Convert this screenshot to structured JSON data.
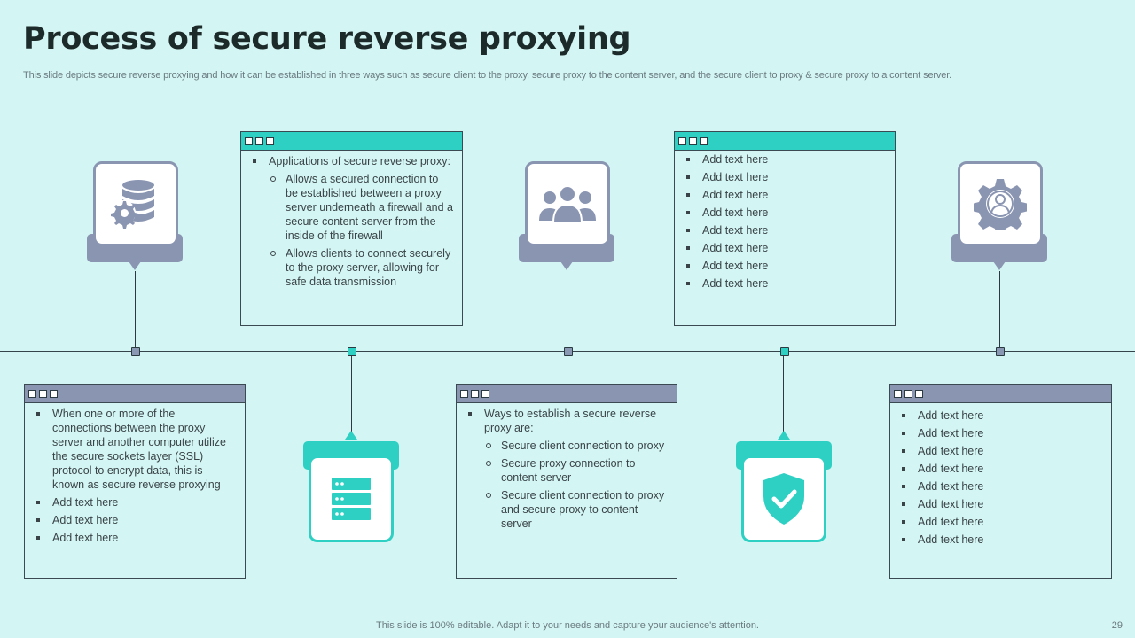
{
  "title": "Process of secure reverse proxying",
  "subtitle": "This slide depicts secure reverse proxying and how it can be established in three ways such as secure client to the proxy,  secure proxy to the content server, and the secure client to proxy & secure proxy to a content server.",
  "colors": {
    "background": "#d3f5f3",
    "teal": "#2fd0c4",
    "gray": "#8a95b2"
  },
  "icons": [
    "database-gear-icon",
    "server-rack-icon",
    "user-group-icon",
    "shield-check-icon",
    "gear-user-icon"
  ],
  "cards": {
    "card1": {
      "bullet": "When one or more of the connections between the proxy server and another computer utilize the secure sockets layer (SSL) protocol to encrypt data, this is known as secure reverse  proxying",
      "items": [
        "Add text here",
        "Add text here",
        "Add text here"
      ]
    },
    "card2": {
      "bullet": "Applications of secure reverse proxy:",
      "sub": [
        "Allows a secured connection to be established between a proxy server underneath a firewall and a secure content server  from the inside of the firewall",
        "Allows clients to connect securely to the proxy server, allowing for safe data transmission"
      ]
    },
    "card3": {
      "bullet": "Ways to establish a secure reverse proxy are:",
      "sub": [
        "Secure client connection to proxy",
        "Secure proxy connection to content server",
        "Secure client connection to proxy and secure proxy to content server"
      ]
    },
    "card4": {
      "items": [
        "Add text here",
        "Add text here",
        "Add text here",
        "Add text here",
        "Add text here",
        "Add text here",
        "Add text here",
        "Add text here"
      ]
    },
    "card5": {
      "items": [
        "Add text here",
        "Add text here",
        "Add text here",
        "Add text here",
        "Add text here",
        "Add text here",
        "Add text here",
        "Add text here"
      ]
    }
  },
  "footer": "This slide is 100% editable. Adapt it to your needs and capture your audience's attention.",
  "page_number": "29"
}
